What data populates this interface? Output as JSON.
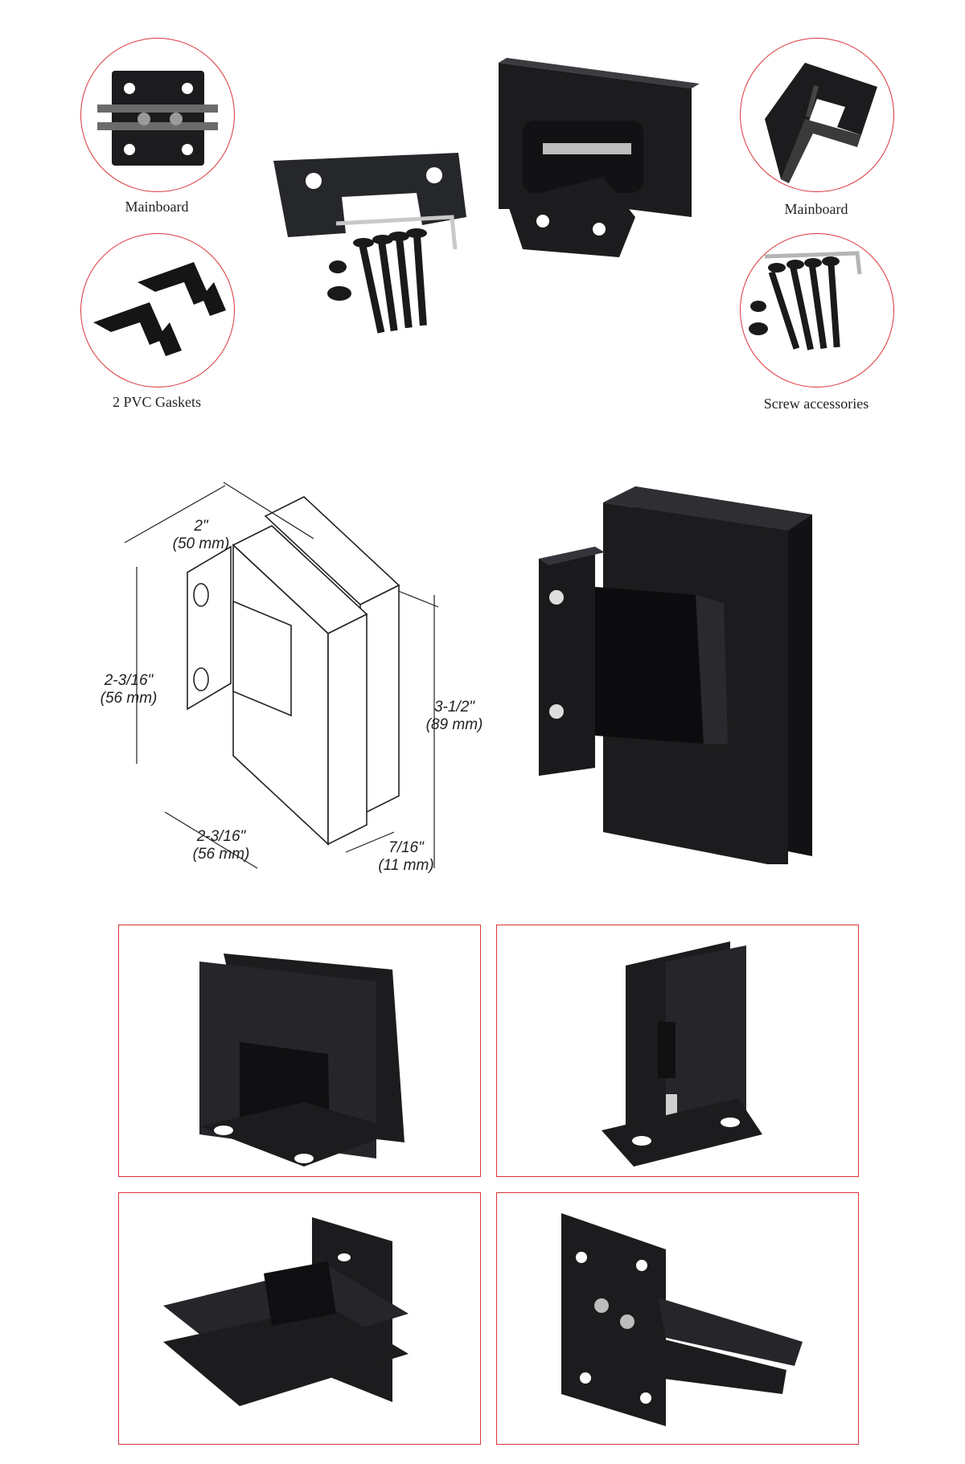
{
  "captions": {
    "top_left": "Mainboard",
    "top_right": "Mainboard",
    "bottom_left": "2 PVC Gaskets",
    "bottom_right": "Screw accessories"
  },
  "dimensions": {
    "width_top": "2\"",
    "width_top_mm": "(50 mm)",
    "left_height": "2-3/16\"",
    "left_height_mm": "(56 mm)",
    "right_height": "3-1/2\"",
    "right_height_mm": "(89 mm)",
    "bottom_width": "2-3/16\"",
    "bottom_width_mm": "(56 mm)",
    "thickness": "7/16\"",
    "thickness_mm": "(11 mm)"
  },
  "colors": {
    "accent_border": "#d9353b",
    "product": "#1c1c1e",
    "background": "#ffffff"
  }
}
